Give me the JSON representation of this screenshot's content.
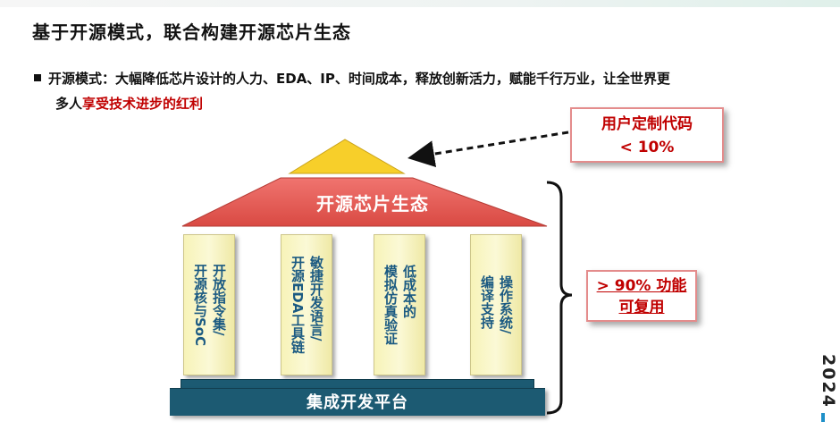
{
  "slide": {
    "title": "基于开源模式，联合构建开源芯片生态",
    "bullet": {
      "line1": "开源模式：大幅降低芯片设计的人力、EDA、IP、时间成本，释放创新活力，赋能千行万业，让全世界更",
      "line2_prefix": "多人",
      "line2_highlight": "享受技术进步的红利"
    },
    "year": "2024"
  },
  "diagram": {
    "roof_label": "开源芯片生态",
    "pillars": [
      "开放指令集/\n开源核与SoC",
      "敏捷开发语言/\n开源EDA工具链",
      "低成本的\n模拟仿真验证",
      "操作系统/\n编译支持"
    ],
    "base_label": "集成开发平台",
    "callout_top": {
      "line1": "用户定制代码",
      "line2": "< 10%"
    },
    "callout_mid": {
      "line1": "> 90% 功能",
      "line2": "可复用"
    }
  },
  "colors": {
    "roof_top": "#f7cf2a",
    "roof_gradient_top": "#f0746f",
    "roof_gradient_bottom": "#d94a43",
    "pillar_text": "#1b5a82",
    "base": "#1c5a72",
    "highlight_red": "#c00000",
    "callout_border": "#e48c8c"
  }
}
